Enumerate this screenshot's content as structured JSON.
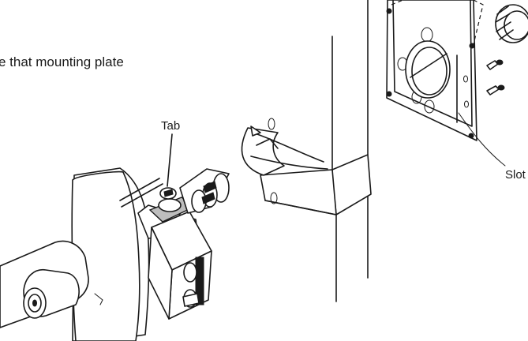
{
  "labels": {
    "instruction": "e that mounting plate",
    "tab": "Tab",
    "slot": "Slot"
  }
}
